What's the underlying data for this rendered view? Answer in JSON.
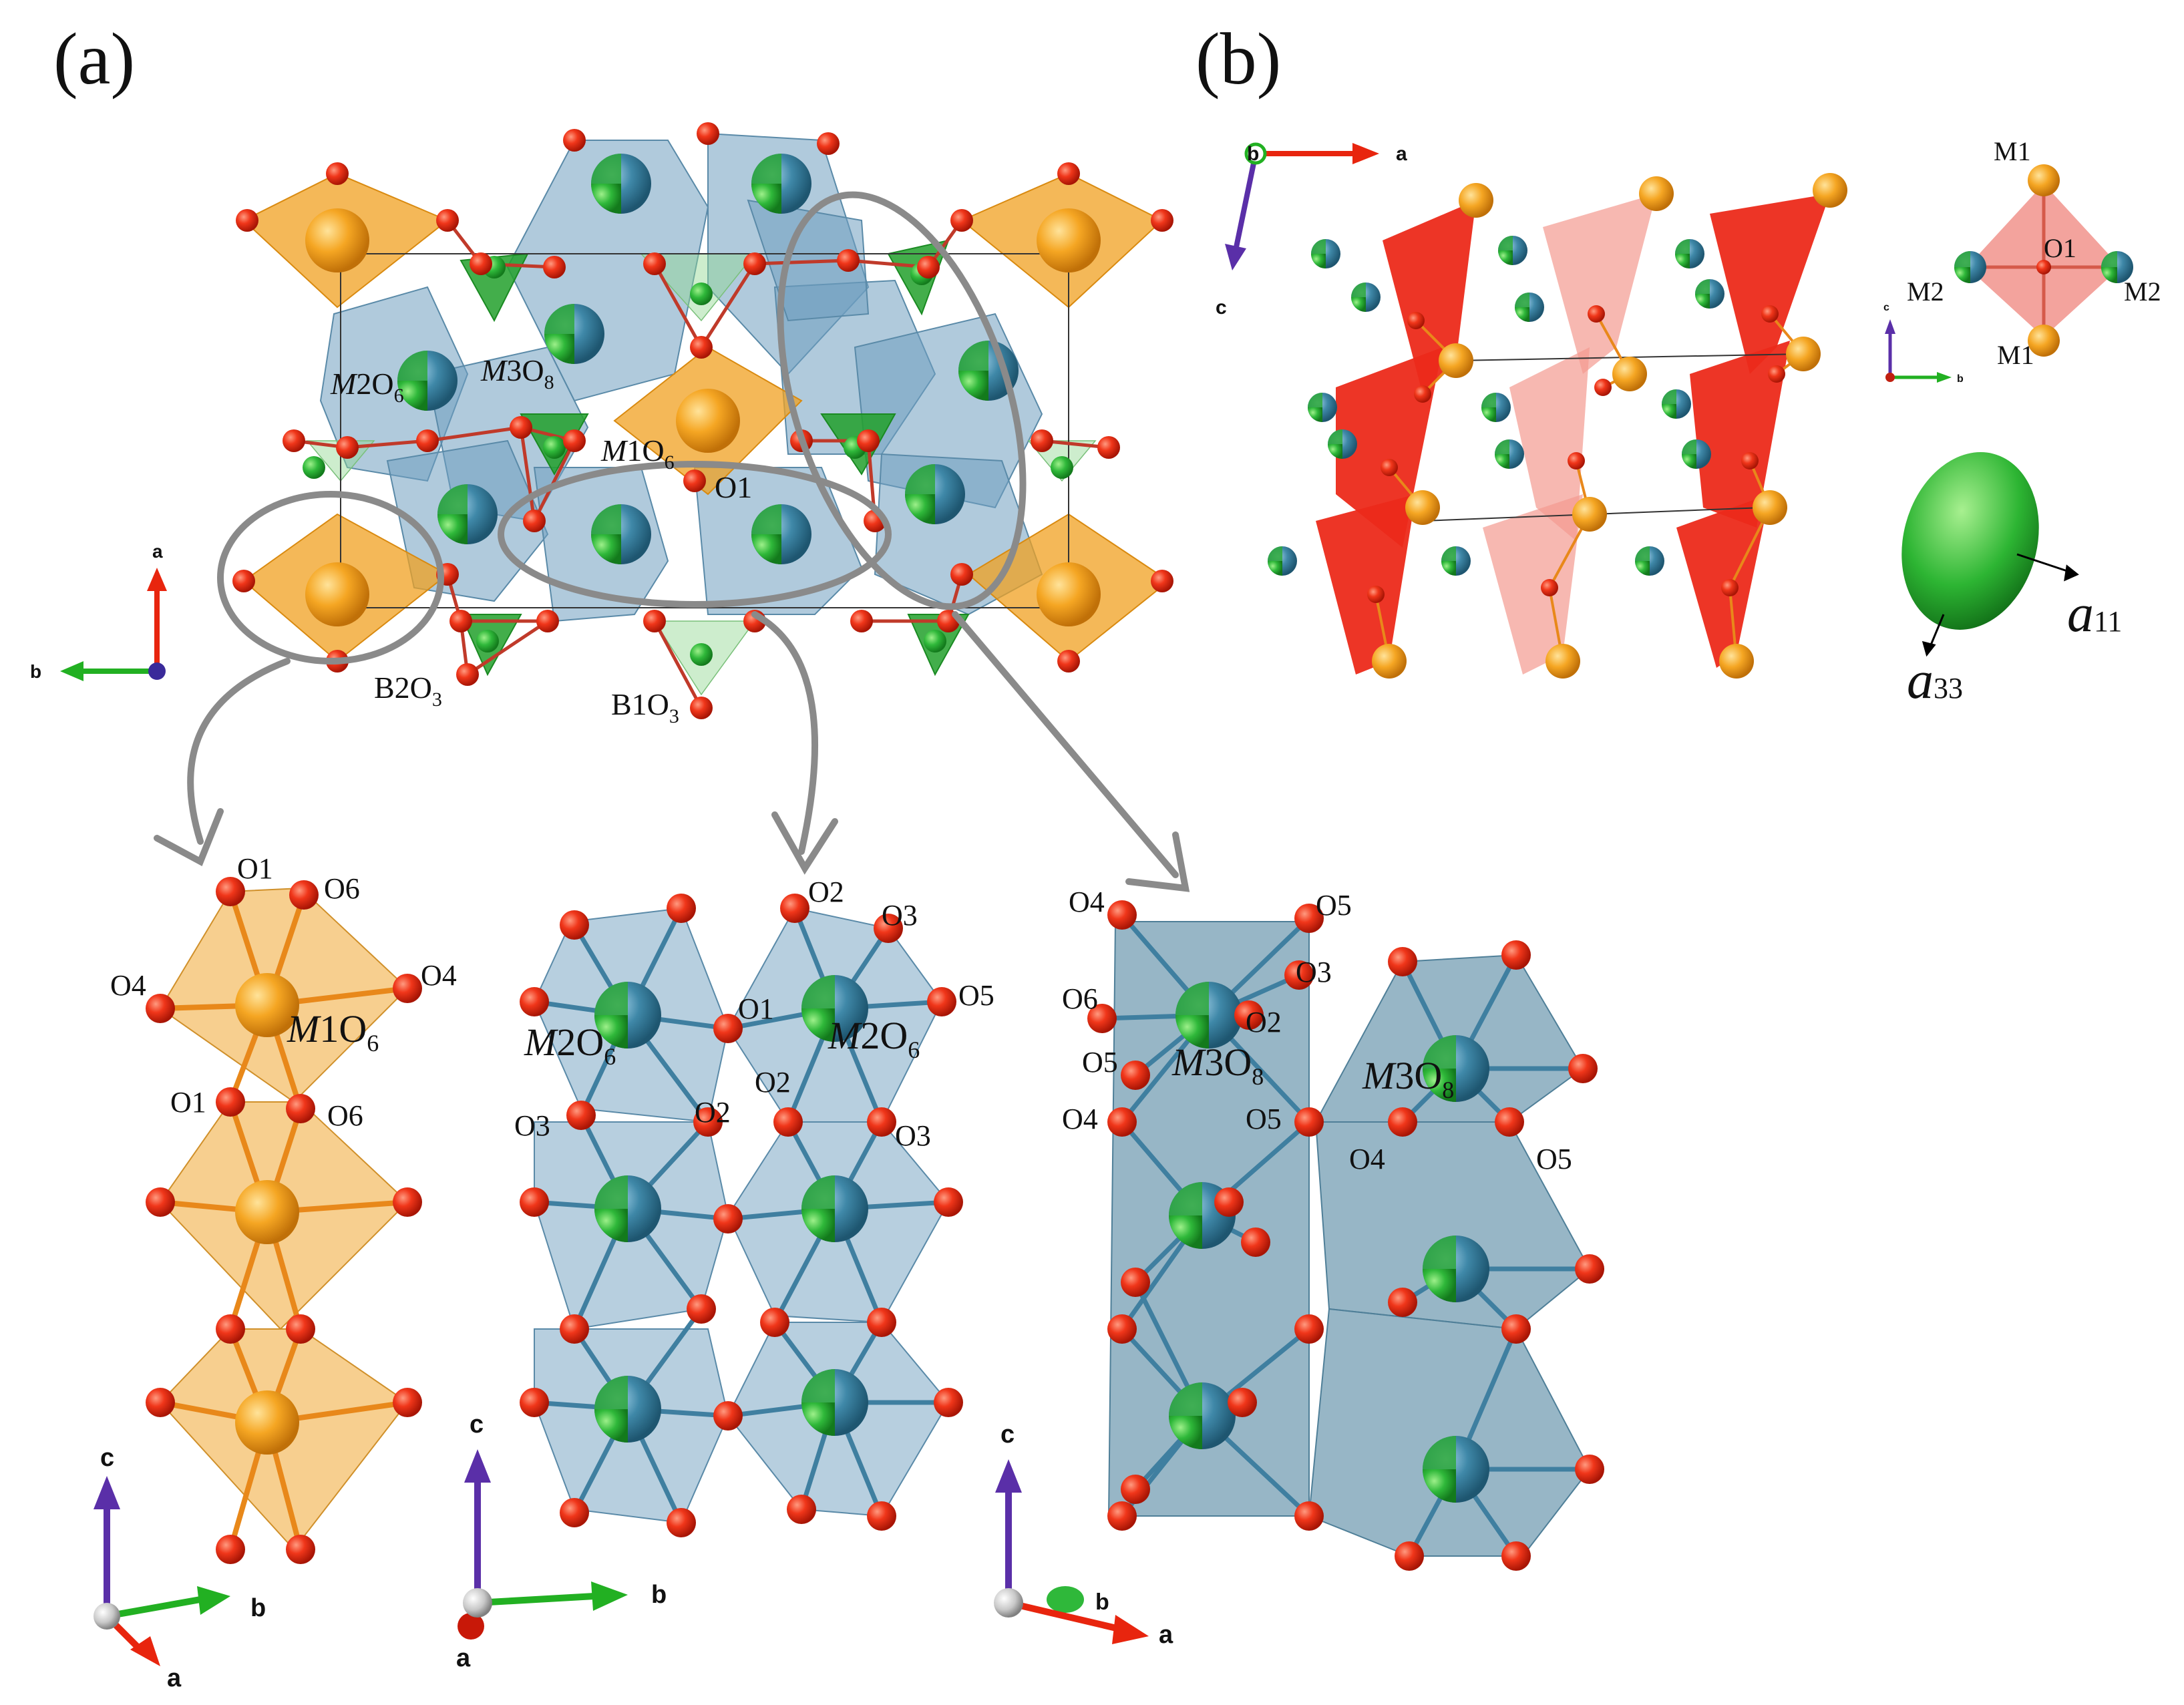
{
  "panels": {
    "a": {
      "label": "(a)"
    },
    "b": {
      "label": "(b)"
    }
  },
  "overview_labels": {
    "m2o6": {
      "m": "M",
      "rest": "2O",
      "sub": "6"
    },
    "m3o8": {
      "m": "M",
      "rest": "3O",
      "sub": "8"
    },
    "m1o6": {
      "m": "M",
      "rest": "1O",
      "sub": "6"
    },
    "o1": "O1",
    "b2o3": {
      "rest": "B2O",
      "sub": "3"
    },
    "b1o3": {
      "rest": "B1O",
      "sub": "3"
    }
  },
  "chain_m1": {
    "title": {
      "m": "M",
      "rest": "1O",
      "sub": "6"
    },
    "atoms": [
      "O1",
      "O6",
      "O4",
      "O4",
      "O1",
      "O6"
    ]
  },
  "chain_m2": {
    "title_left": {
      "m": "M",
      "rest": "2O",
      "sub": "6"
    },
    "title_right": {
      "m": "M",
      "rest": "2O",
      "sub": "6"
    },
    "atoms": [
      "O2",
      "O3",
      "O5",
      "O1",
      "O2",
      "O3",
      "O2",
      "O3"
    ]
  },
  "chain_m3": {
    "title_left": {
      "m": "M",
      "rest": "3O",
      "sub": "8"
    },
    "title_right": {
      "m": "M",
      "rest": "3O",
      "sub": "8"
    },
    "atoms": [
      "O4",
      "O5",
      "O3",
      "O6",
      "O2",
      "O5",
      "O4",
      "O5",
      "O4",
      "O5"
    ]
  },
  "panel_b": {
    "tetra_atoms": [
      "M1",
      "O1",
      "M2",
      "M2",
      "M1"
    ],
    "ellipsoid_axes": {
      "a11": {
        "base": "a",
        "sub": "11"
      },
      "a33": {
        "base": "a",
        "sub": "33"
      }
    }
  },
  "axes": {
    "a_top": {
      "up": "a",
      "left": "b"
    },
    "b_top": {
      "right": "a",
      "down": "c",
      "center": "b"
    },
    "b_small": {
      "up": "c",
      "right": "b"
    },
    "m1": {
      "up": "c",
      "right": "b",
      "down": "a"
    },
    "m2": {
      "up": "c",
      "right": "b",
      "down": "a"
    },
    "m3": {
      "up": "c",
      "right": "a",
      "mid": "b"
    }
  },
  "colors": {
    "oxygen": "#e8250e",
    "m1_orange": "#f0a020",
    "polyhedron_blue": "#6f9fbf",
    "metal_teal": "#3d86a6",
    "metal_green": "#27b23a",
    "boron_green": "#1f9a2b",
    "tetra_red": "#ec2a1a",
    "arrow_gray": "#8a8a8a",
    "axis_purple": "#5a2fa8"
  }
}
